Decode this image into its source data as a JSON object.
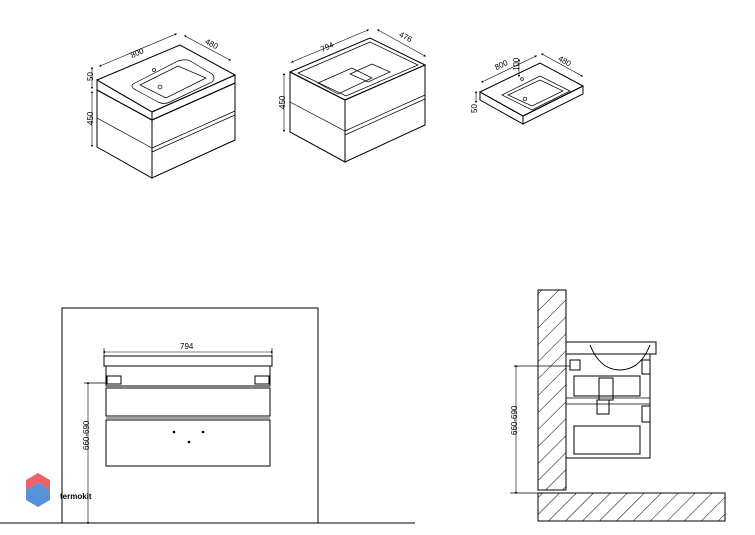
{
  "views": {
    "cabinet_with_sink": {
      "width": "800",
      "depth": "480",
      "top_height": "50",
      "cabinet_height": "450"
    },
    "cabinet_only": {
      "width": "794",
      "depth": "476",
      "height": "450"
    },
    "sink_only": {
      "width": "800",
      "depth": "480",
      "bowl": "100",
      "height": "50"
    },
    "front_elevation": {
      "width": "794",
      "mount_height": "660-690"
    },
    "side_section": {
      "mount_height": "660-690"
    }
  },
  "watermark": {
    "text": "termokit",
    "colors": {
      "accent_top": "#e8484f",
      "accent_bottom": "#3b7fd1",
      "text": "#9b9b9b"
    }
  }
}
